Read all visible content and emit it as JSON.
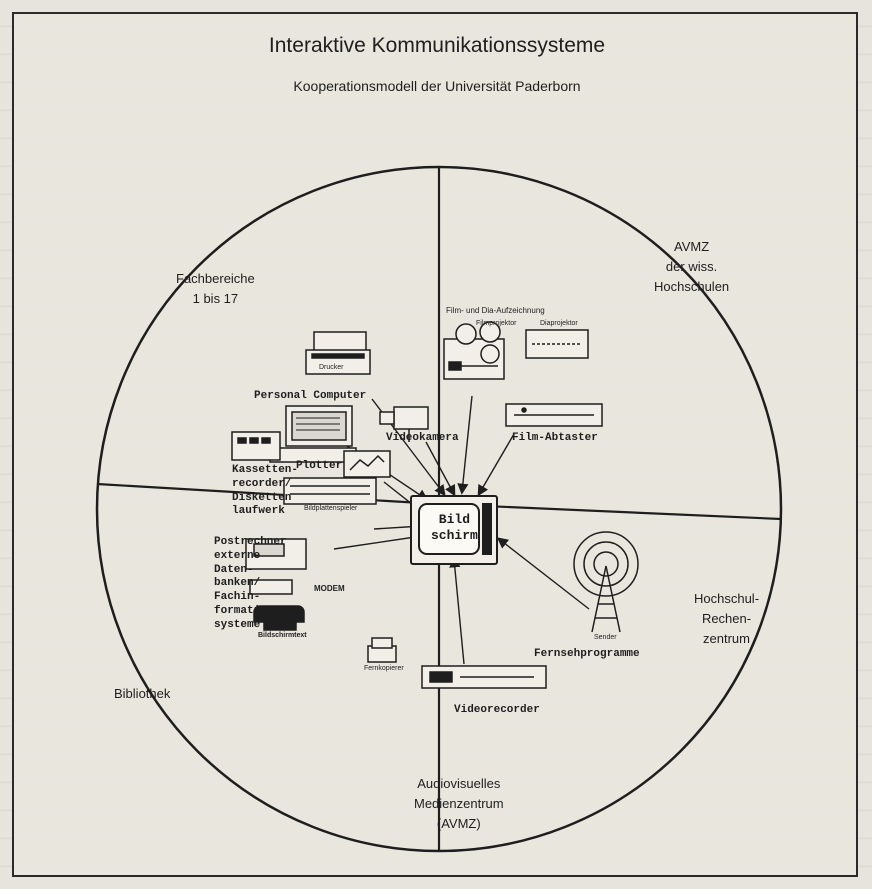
{
  "header": {
    "title": "Interaktive Kommunikationssysteme",
    "subtitle": "Kooperationsmodell der Universität Paderborn"
  },
  "regions": {
    "fachbereiche": [
      "Fachbereiche",
      "1 bis 17"
    ],
    "avmz_wiss": [
      "AVMZ",
      "der wiss.",
      "Hochschulen"
    ],
    "bibliothek": "Bibliothek",
    "rechenzentrum": [
      "Hochschul-",
      "Rechen-",
      "zentrum"
    ],
    "medienzentrum": [
      "Audiovisuelles",
      "Medienzentrum",
      "(AVMZ)"
    ]
  },
  "devices": {
    "drucker": "Drucker",
    "film_dia": "Film- und Dia-Aufzeichnung",
    "filmprojektor": "Filmprojektor",
    "diaprojektor": "Diaprojektor",
    "personal_computer": "Personal Computer",
    "videokamera": "Videokamera",
    "film_abtaster": "Film-Abtaster",
    "kassetten": [
      "Kassetten-",
      "recorder/",
      "Disketten",
      "laufwerk"
    ],
    "plotter": "Plotter",
    "bildplattenspieler": "Bildplattenspieler",
    "bildschirm": [
      "Bild",
      "schirm"
    ],
    "postrechner": [
      "Postrechner",
      "externe",
      "Daten-",
      "banken/",
      "Fachin-",
      "formations-",
      "systeme"
    ],
    "modem": "MODEM",
    "bildschirmtext": "Bildschirmtext",
    "sender": "Sender",
    "fernsehprogramme": "Fernsehprogramme",
    "fernkopierer": "Fernkopierer",
    "videorecorder": "Videorecorder"
  },
  "colors": {
    "ink": "#1e1e1e",
    "paper": "#e6e4dc",
    "frame": "#2a2a2a"
  }
}
